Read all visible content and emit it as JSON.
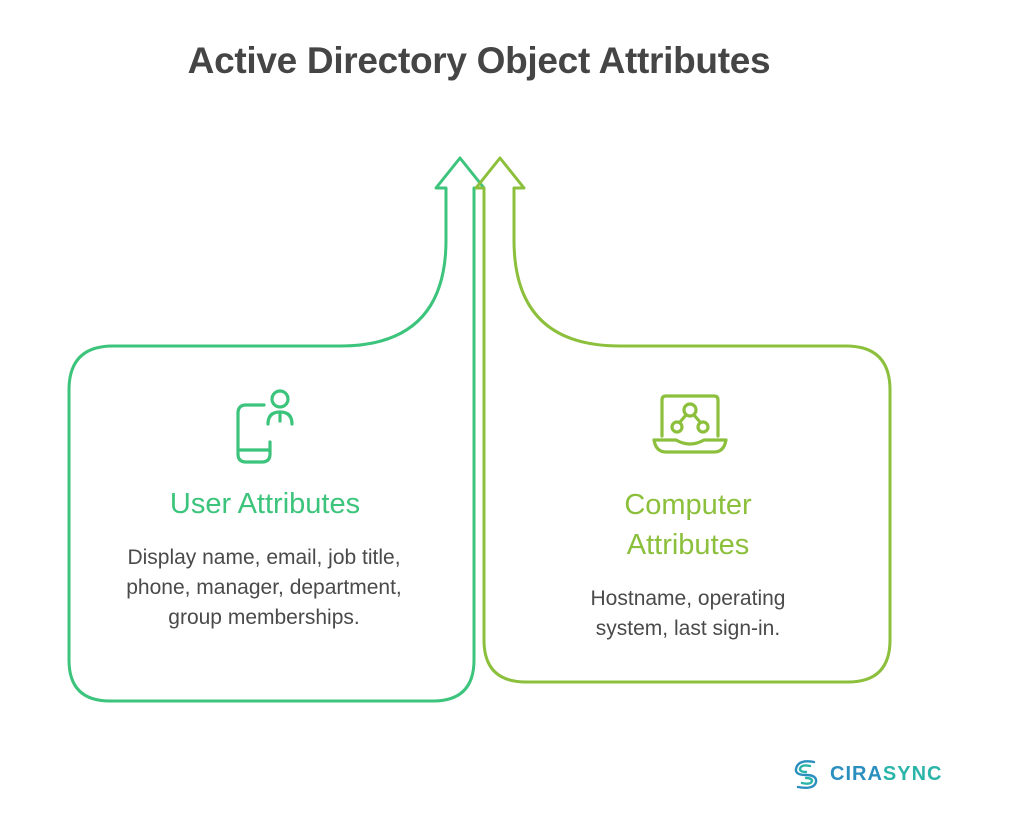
{
  "title": "Active Directory Object Attributes",
  "colors": {
    "user": "#3cc47c",
    "computer": "#8cc03c",
    "title": "#454545",
    "text": "#4a4a4a",
    "logo_primary": "#2a8fbf",
    "logo_secondary": "#2bb5a8"
  },
  "sections": [
    {
      "id": "user",
      "icon": "mobile-user-icon",
      "heading": "User Attributes",
      "description": "Display name, email, job title, phone, manager, department, group memberships."
    },
    {
      "id": "computer",
      "icon": "laptop-network-icon",
      "heading_line1": "Computer",
      "heading_line2": "Attributes",
      "description": "Hostname, operating system, last sign-in."
    }
  ],
  "logo": {
    "part1": "CIRA",
    "part2": "SYNC"
  }
}
